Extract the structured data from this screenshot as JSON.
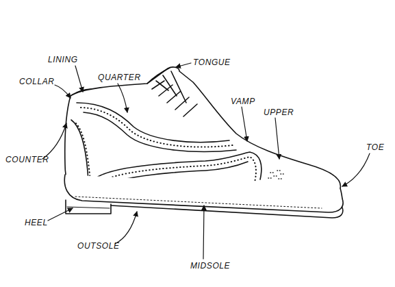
{
  "diagram": {
    "labels": [
      "LINING",
      "COLLAR",
      "QUARTER",
      "TONGUE",
      "VAMP",
      "UPPER",
      "COUNTER",
      "TOE",
      "HEEL",
      "OUTSOLE",
      "MIDSOLE"
    ]
  }
}
